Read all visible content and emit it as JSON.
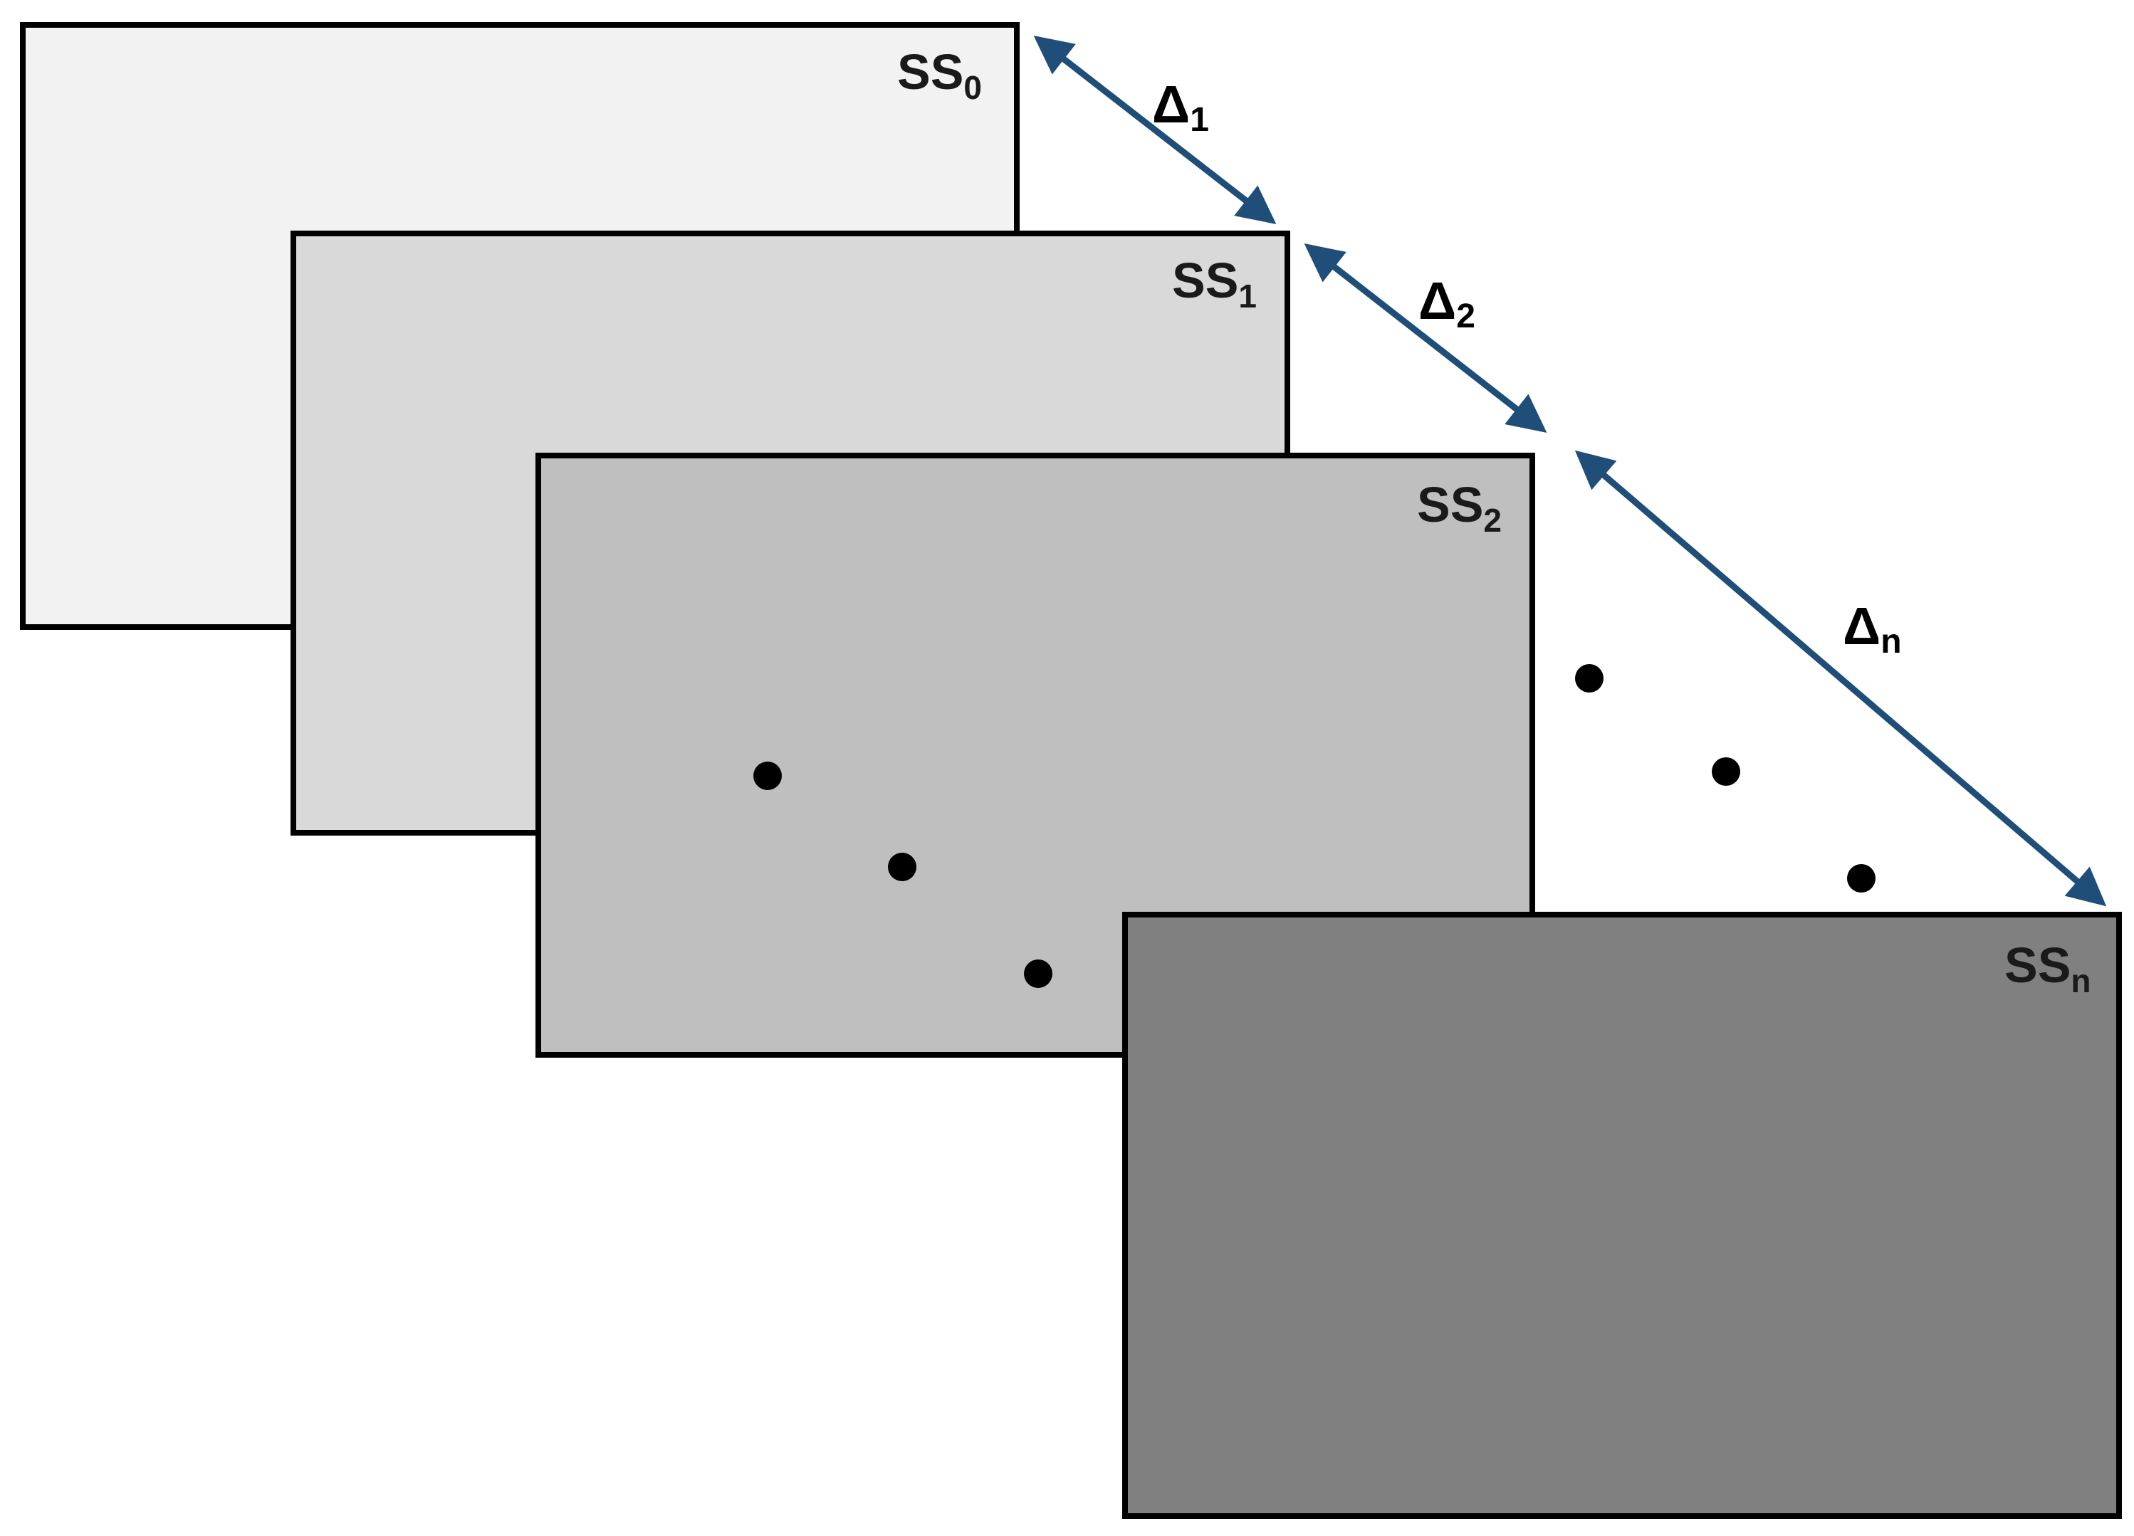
{
  "frames": [
    {
      "id": "ss0",
      "label": "SS",
      "subscript": "0",
      "fill": "#f2f2f2"
    },
    {
      "id": "ss1",
      "label": "SS",
      "subscript": "1",
      "fill": "#d9d9d9"
    },
    {
      "id": "ss2",
      "label": "SS",
      "subscript": "2",
      "fill": "#bfbfbf"
    },
    {
      "id": "ssn",
      "label": "SS",
      "subscript": "n",
      "fill": "#808080"
    }
  ],
  "deltas": [
    {
      "id": "delta1",
      "symbol": "Δ",
      "subscript": "1"
    },
    {
      "id": "delta2",
      "symbol": "Δ",
      "subscript": "2"
    },
    {
      "id": "deltan",
      "symbol": "Δ",
      "subscript": "n"
    }
  ],
  "colors": {
    "arrow": "#1f4e79",
    "dot": "#000000",
    "border": "#000000"
  }
}
